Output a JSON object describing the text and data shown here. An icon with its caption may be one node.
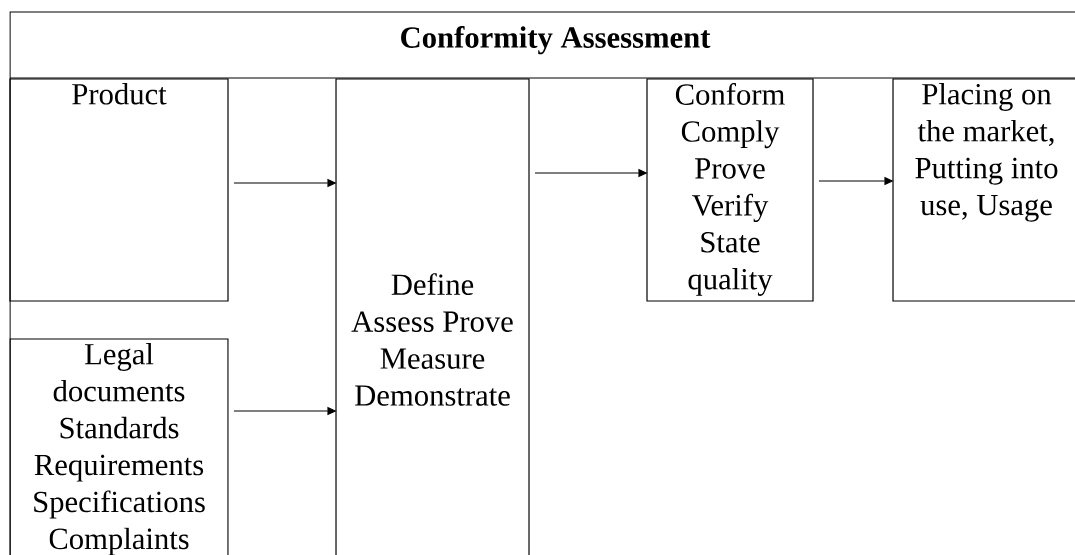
{
  "diagram": {
    "nodes": [
      {
        "text": [
          "**Conformity Assessment**"
        ]
      },
      {
        "text": [
          "Product"
        ],
        "in": 0
      },
      {
        "text": [
          "Legal documents Standards Requirements Specifications Complaints"
        ],
        "in": 0
      },
      {
        "text": [
          "Define Assess Prove Measure Demonstrate"
        ],
        "in": 0
      },
      {
        "text": [
          "Conform Comply Prove Verify State quality"
        ],
        "in": 0
      },
      {
        "text": [
          "Placing on the market, Putting into use, Usage"
        ],
        "in": 0
      }
    ],
    "edges": [
      {
        "from": 1,
        "to": 3,
        "arrow": "to"
      },
      {
        "from": 2,
        "to": 3,
        "arrow": "to"
      },
      {
        "from": 3,
        "to": 4,
        "arrow": "to"
      },
      {
        "from": 4,
        "to": 5,
        "arrow": "to"
      }
    ]
  }
}
